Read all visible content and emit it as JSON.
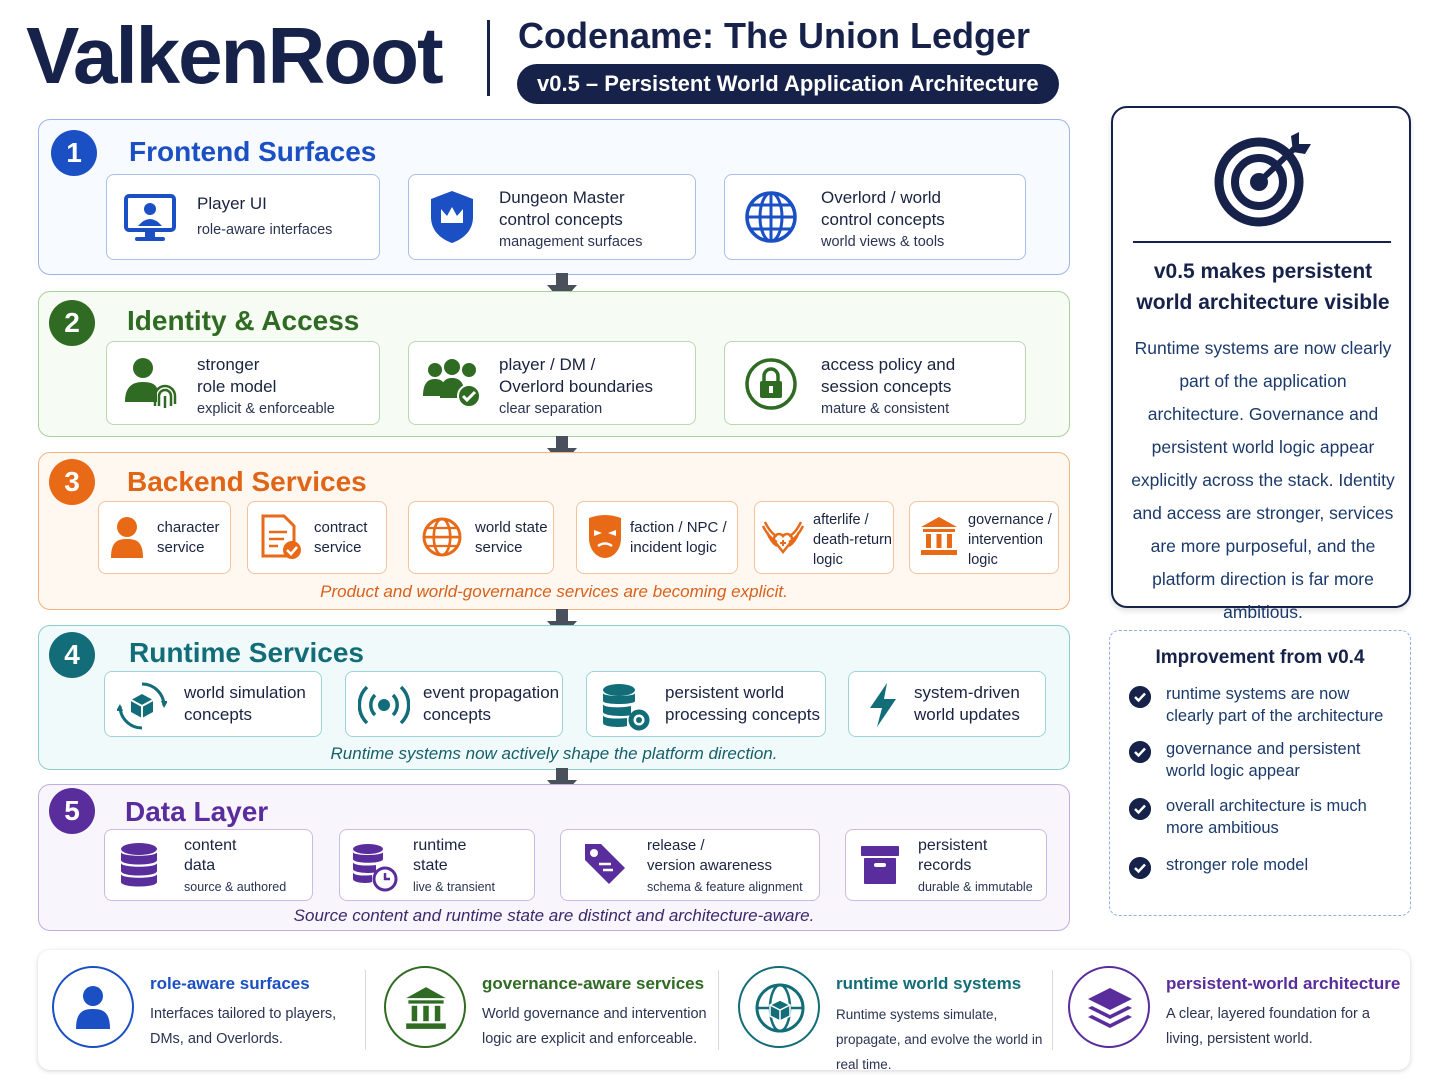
{
  "header": {
    "brand": "ValkenRoot",
    "codename": "Codename: The Union Ledger",
    "version": "v0.5 – Persistent World Application Architecture"
  },
  "layers": [
    {
      "number": "1",
      "title": "Frontend Surfaces",
      "color": "#1b4fc4",
      "cards": [
        {
          "icon": "monitor-user-icon",
          "title": "Player UI",
          "subtitle": "role-aware interfaces"
        },
        {
          "icon": "crown-shield-icon",
          "title": "Dungeon Master\ncontrol concepts",
          "subtitle": "management surfaces"
        },
        {
          "icon": "globe-icon",
          "title": "Overlord / world\ncontrol concepts",
          "subtitle": "world views & tools"
        }
      ]
    },
    {
      "number": "2",
      "title": "Identity & Access",
      "color": "#2f6b23",
      "cards": [
        {
          "icon": "user-fingerprint-icon",
          "title": "stronger\nrole model",
          "subtitle": "explicit & enforceable"
        },
        {
          "icon": "users-check-icon",
          "title": "player / DM /\nOverlord boundaries",
          "subtitle": "clear separation"
        },
        {
          "icon": "lock-icon",
          "title": "access policy and\nsession concepts",
          "subtitle": "mature & consistent"
        }
      ]
    },
    {
      "number": "3",
      "title": "Backend Services",
      "color": "#e86a17",
      "cards": [
        {
          "icon": "user-icon",
          "title": "character\nservice"
        },
        {
          "icon": "contract-icon",
          "title": "contract\nservice"
        },
        {
          "icon": "globe-icon",
          "title": "world state\nservice"
        },
        {
          "icon": "mask-icon",
          "title": "faction / NPC /\nincident logic"
        },
        {
          "icon": "winged-heart-icon",
          "title": "afterlife /\ndeath-return\nlogic"
        },
        {
          "icon": "institution-icon",
          "title": "governance /\nintervention\nlogic"
        }
      ],
      "note": "Product and world-governance services are becoming explicit."
    },
    {
      "number": "4",
      "title": "Runtime Services",
      "color": "#136d78",
      "cards": [
        {
          "icon": "cube-cycle-icon",
          "title": "world simulation\nconcepts"
        },
        {
          "icon": "broadcast-icon",
          "title": "event propagation\nconcepts"
        },
        {
          "icon": "database-gear-icon",
          "title": "persistent world\nprocessing concepts"
        },
        {
          "icon": "lightning-icon",
          "title": "system-driven\nworld updates"
        }
      ],
      "note": "Runtime systems now actively shape the platform direction."
    },
    {
      "number": "5",
      "title": "Data Layer",
      "color": "#5a2d9c",
      "cards": [
        {
          "icon": "database-icon",
          "title": "content\ndata",
          "subtitle": "source & authored"
        },
        {
          "icon": "database-clock-icon",
          "title": "runtime\nstate",
          "subtitle": "live & transient"
        },
        {
          "icon": "tag-icon",
          "title": "release /\nversion awareness",
          "subtitle": "schema & feature alignment"
        },
        {
          "icon": "archive-icon",
          "title": "persistent\nrecords",
          "subtitle": "durable & immutable"
        }
      ],
      "note": "Source content and runtime state are distinct and architecture-aware."
    }
  ],
  "side_panel": {
    "icon": "target-icon",
    "headline": "v0.5 makes persistent world architecture visible",
    "body": "Runtime systems are now clearly part of the application architecture. Governance and persistent world logic appear explicitly across the stack. Identity and access are stronger, services are more purposeful, and the platform direction is far more ambitious."
  },
  "improvements": {
    "title": "Improvement from v0.4",
    "items": [
      "runtime systems are now clearly part of the architecture",
      "governance and persistent world logic appear",
      "overall architecture is much more ambitious",
      "stronger role model"
    ]
  },
  "footer": [
    {
      "icon": "user-icon",
      "title": "role-aware surfaces",
      "desc": "Interfaces tailored to players, DMs, and Overlords.",
      "color": "#1b4fc4"
    },
    {
      "icon": "institution-icon",
      "title": "governance-aware services",
      "desc": "World governance and intervention logic are explicit and enforceable.",
      "color": "#2f6b23"
    },
    {
      "icon": "globe-cube-icon",
      "title": "runtime world systems",
      "desc": "Runtime systems simulate, propagate, and evolve the world in real time.",
      "color": "#136d78"
    },
    {
      "icon": "layers-icon",
      "title": "persistent-world architecture",
      "desc": "A clear, layered foundation for a living, persistent world.",
      "color": "#5a2d9c"
    }
  ]
}
